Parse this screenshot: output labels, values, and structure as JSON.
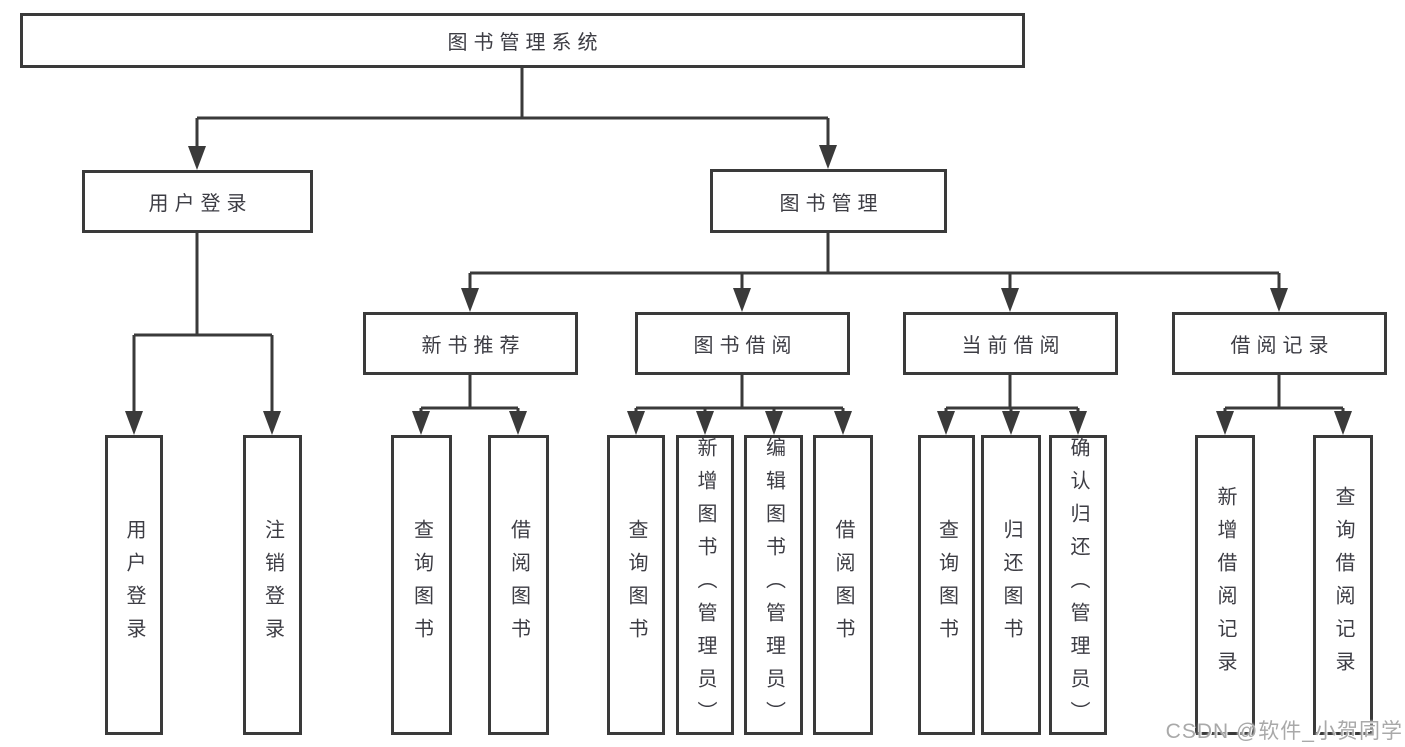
{
  "diagram_title": "图书管理系统",
  "tree": {
    "root": {
      "label": "图书管理系统"
    },
    "branches": [
      {
        "label": "用户登录",
        "children": [
          {
            "label": "用户登录"
          },
          {
            "label": "注销登录"
          }
        ]
      },
      {
        "label": "图书管理",
        "children": [
          {
            "label": "新书推荐",
            "children": [
              {
                "label": "查询图书"
              },
              {
                "label": "借阅图书"
              }
            ]
          },
          {
            "label": "图书借阅",
            "children": [
              {
                "label": "查询图书"
              },
              {
                "label": "新增图书（管理员）"
              },
              {
                "label": "编辑图书（管理员）"
              },
              {
                "label": "借阅图书"
              }
            ]
          },
          {
            "label": "当前借阅",
            "children": [
              {
                "label": "查询图书"
              },
              {
                "label": "归还图书"
              },
              {
                "label": "确认归还（管理员）"
              }
            ]
          },
          {
            "label": "借阅记录",
            "children": [
              {
                "label": "新增借阅记录"
              },
              {
                "label": "查询借阅记录"
              }
            ]
          }
        ]
      }
    ]
  },
  "watermark": {
    "text": "CSDN @软件_小贺同学"
  },
  "colors": {
    "line": "#3a3a3a",
    "box_border": "#3a3a3a",
    "text": "#3d3d44",
    "watermark": "#a9a9a9",
    "background": "#ffffff"
  }
}
